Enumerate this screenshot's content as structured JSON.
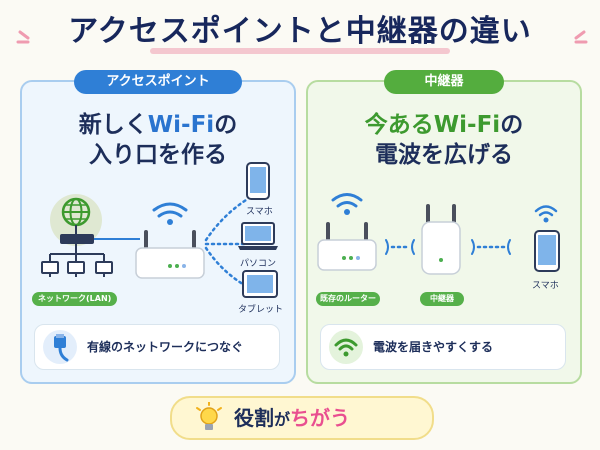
{
  "title": "アクセスポイントと中継器の違い",
  "left": {
    "pill": "アクセスポイント",
    "headline_line1_a": "新しく",
    "headline_line1_b": "Wi-Fi",
    "headline_line1_c": "の",
    "headline_line2": "入り口を作る",
    "devices": {
      "phone": "スマホ",
      "pc": "パソコン",
      "tablet": "タブレット"
    },
    "lan_label": "ネットワーク(LAN)",
    "bottom_text": "有線のネットワークにつなぐ"
  },
  "right": {
    "pill": "中継器",
    "headline_line1_a": "今ある",
    "headline_line1_b": "Wi-Fi",
    "headline_line1_c": "の",
    "headline_line2": "電波を広げる",
    "router_label": "既存のルーター",
    "repeater_label": "中継器",
    "phone_label": "スマホ",
    "bottom_text": "電波を届きやすくする"
  },
  "banner": {
    "part1": "役割",
    "part2": "が",
    "part3": "ちがう"
  },
  "colors": {
    "blue_accent": "#2f7fd6",
    "green_accent": "#54ad3e",
    "pink_accent": "#e94f90"
  }
}
